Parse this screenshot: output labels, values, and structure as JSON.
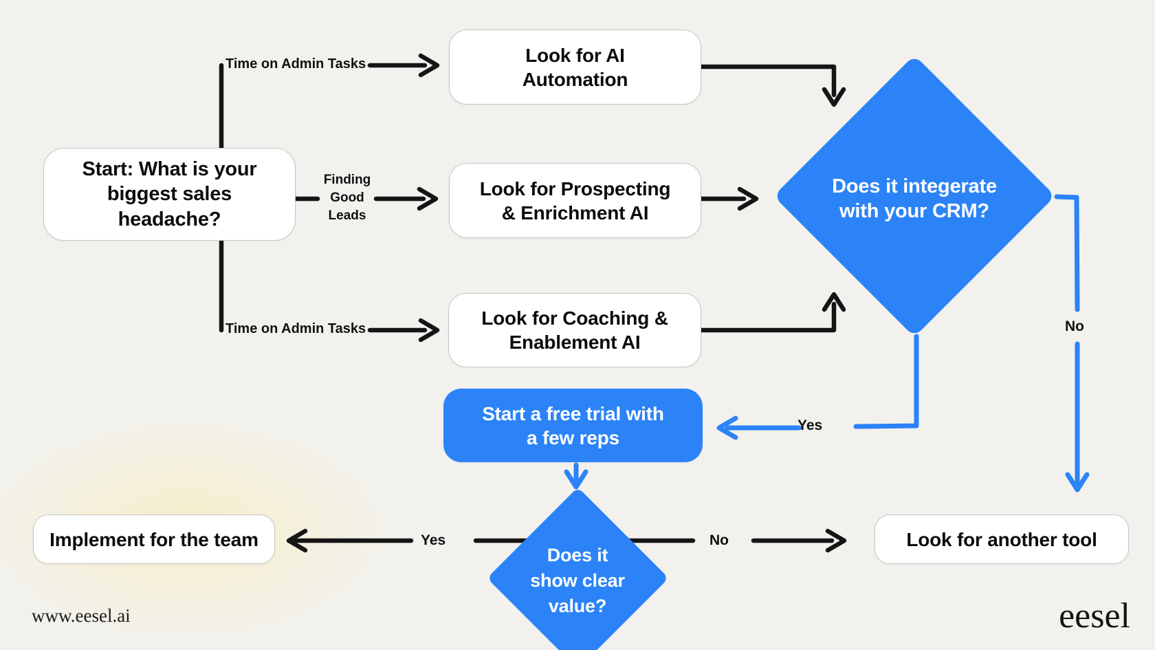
{
  "colors": {
    "background": "#f2f1ee",
    "accent_blue": "#2b83f7",
    "stroke_black": "#151515",
    "box_border": "#c9c7c1",
    "glow_warm": "#f7eec4"
  },
  "nodes": {
    "start": {
      "label": "Start: What is your\nbiggest sales\nheadache?"
    },
    "ai_automation": {
      "label": "Look for AI\nAutomation"
    },
    "prospecting": {
      "label": "Look for Prospecting\n& Enrichment AI"
    },
    "coaching": {
      "label": "Look for Coaching &\nEnablement AI"
    },
    "crm_decision": {
      "label": "Does it integerate\nwith your CRM?"
    },
    "free_trial": {
      "label": "Start a free trial with\na few reps"
    },
    "value_decision": {
      "label": "Does it\nshow clear\nvalue?"
    },
    "implement": {
      "label": "Implement for the team"
    },
    "another_tool": {
      "label": "Look for another tool"
    }
  },
  "edge_labels": {
    "admin_tasks_top": "Time on Admin Tasks",
    "finding_good_leads": "Finding\nGood\nLeads",
    "admin_tasks_bottom": "Time on Admin Tasks",
    "crm_yes": "Yes",
    "crm_no": "No",
    "value_yes": "Yes",
    "value_no": "No"
  },
  "footer": {
    "website": "www.eesel.ai",
    "brand": "eesel"
  }
}
